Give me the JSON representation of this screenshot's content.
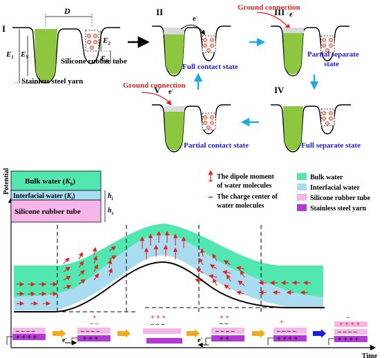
{
  "top": {
    "panel_I": {
      "roman": "I",
      "label_D": "D",
      "label_E1": "E",
      "label_E1_sub": "1",
      "label_Es": "E",
      "label_Es_sub": "S",
      "label_E2": "E",
      "label_E2_sub": "2",
      "label_ER": "E",
      "label_ER_sub": "R",
      "yarn_label": "Stainless steel yarn",
      "tube_label": "Silicone rubber tube"
    },
    "panel_II": {
      "roman": "II",
      "electron": "e",
      "state": "Full contact state"
    },
    "panel_III": {
      "roman": "III",
      "electron": "e",
      "ground": "Ground connection",
      "state_line1": "Partial separate",
      "state_line2": "state"
    },
    "panel_IV": {
      "roman": "IV",
      "state": "Full separate state"
    },
    "panel_V": {
      "roman": "V",
      "electron": "e",
      "ground": "Ground connection",
      "state": "Partial contact state"
    }
  },
  "bottom": {
    "y_axis_label": "Potential",
    "x_axis_label": "Time",
    "layer_box": {
      "bulk_water": "Bulk water (",
      "bulk_sym": "K",
      "bulk_sub": "b",
      "interfacial_water": "Interfacial water (",
      "inter_sym": "K",
      "inter_sub": "i",
      "silicone": "Silicone rubber tube",
      "h_i": "h",
      "h_i_sub": "i",
      "h_s": "h",
      "h_s_sub": "s"
    },
    "legend": {
      "dipole_line1": "The dipole moment",
      "dipole_line2": "of water molecules",
      "charge_line1": "The charge center of",
      "charge_line2": "water molecules",
      "bulk": "Bulk water",
      "interfacial": "Interfacial water",
      "silicone": "Silicone rubber tube",
      "steel": "Stainless steel yarn"
    },
    "electron_left": "e",
    "electron_right": "e"
  },
  "colors": {
    "green": "#8dc63f",
    "green_light": "#c6e28e",
    "bulk_water": "#52e6b0",
    "interfacial": "#a9dcf0",
    "silicone": "#f7b6ea",
    "steel": "#b338d6",
    "red": "#e3211c",
    "blue_arrow": "#1ea9e1",
    "orange_arrow": "#f5a81c",
    "state_blue": "#1c1ce0"
  }
}
